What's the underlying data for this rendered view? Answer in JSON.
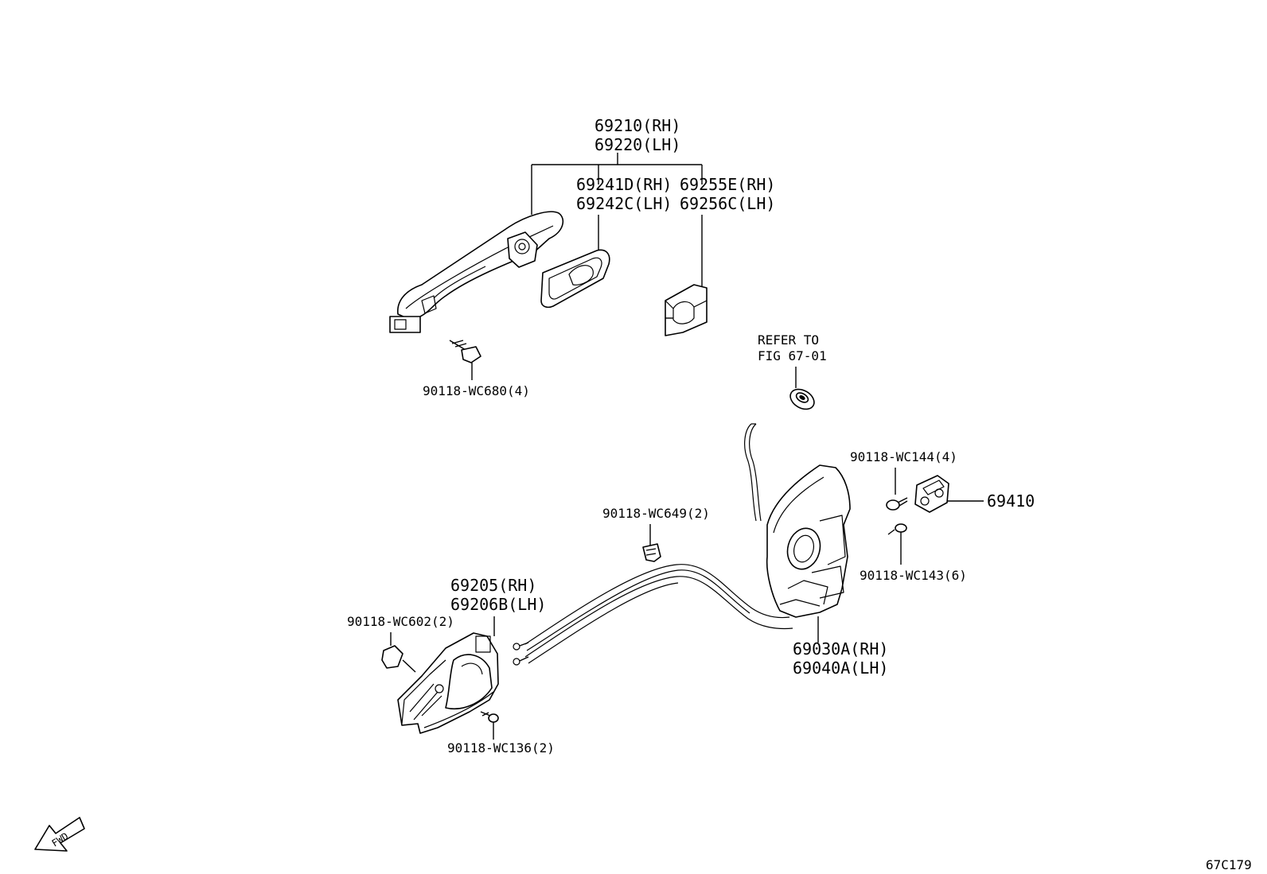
{
  "labels": {
    "handle_rh": "69210(RH)",
    "handle_lh": "69220(LH)",
    "gasket_rh": "69241D(RH)",
    "gasket_lh": "69242C(LH)",
    "cover_rh": "69255E(RH)",
    "cover_lh": "69256C(LH)",
    "screw_handle": "90118-WC680(4)",
    "refer_line1": "REFER TO",
    "refer_line2": "FIG 67-01",
    "screw_striker_small": "90118-WC144(4)",
    "striker": "69410",
    "screw_striker": "90118-WC143(6)",
    "clip_cable": "90118-WC649(2)",
    "inside_handle_rh": "69205(RH)",
    "inside_handle_lh": "69206B(LH)",
    "clip_inside": "90118-WC602(2)",
    "screw_inside": "90118-WC136(2)",
    "lock_rh": "69030A(RH)",
    "lock_lh": "69040A(LH)",
    "fwd": "FWD",
    "figure_code": "67C179"
  }
}
